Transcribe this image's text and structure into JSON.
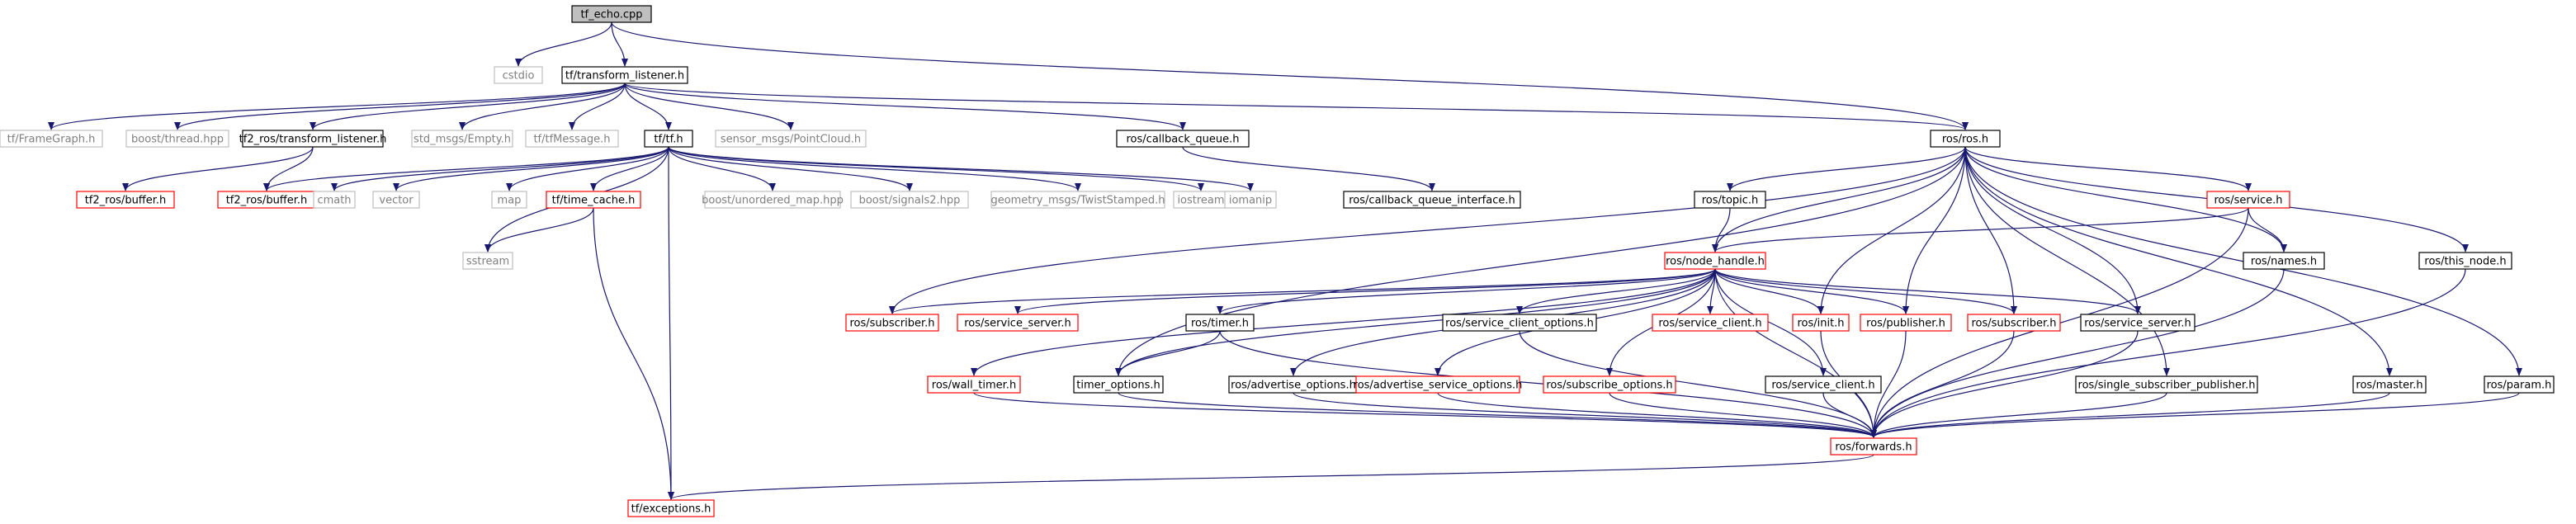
{
  "colors": {
    "edge": "#191970",
    "box_black": "#000000",
    "box_red": "#ff0000",
    "box_gray": "#bfbfbf",
    "root_fill": "#bfbfbf",
    "text_dark": "#000000",
    "text_gray": "#7f7f7f"
  },
  "nodes": [
    {
      "id": "tf_echo",
      "label": "tf_echo.cpp",
      "style": "root"
    },
    {
      "id": "cstdio",
      "label": "cstdio",
      "style": "gray"
    },
    {
      "id": "transform_listener",
      "label": "tf/transform_listener.h",
      "style": "black"
    },
    {
      "id": "frame_graph",
      "label": "tf/FrameGraph.h",
      "style": "gray"
    },
    {
      "id": "boost_thread",
      "label": "boost/thread.hpp",
      "style": "gray"
    },
    {
      "id": "tf2_ros_tl",
      "label": "tf2_ros/transform_listener.h",
      "style": "black"
    },
    {
      "id": "std_empty",
      "label": "std_msgs/Empty.h",
      "style": "gray"
    },
    {
      "id": "tf_tfmessage",
      "label": "tf/tfMessage.h",
      "style": "gray"
    },
    {
      "id": "tf_h",
      "label": "tf/tf.h",
      "style": "black"
    },
    {
      "id": "sensor_pc",
      "label": "sensor_msgs/PointCloud.h",
      "style": "gray"
    },
    {
      "id": "callback_queue",
      "label": "ros/callback_queue.h",
      "style": "black"
    },
    {
      "id": "ros_h",
      "label": "ros/ros.h",
      "style": "black"
    },
    {
      "id": "tf2_buffer_a",
      "label": "tf2_ros/buffer.h",
      "style": "red"
    },
    {
      "id": "tf2_buffer_b",
      "label": "tf2_ros/buffer.h",
      "style": "red"
    },
    {
      "id": "cmath",
      "label": "cmath",
      "style": "gray"
    },
    {
      "id": "vector",
      "label": "vector",
      "style": "gray"
    },
    {
      "id": "map",
      "label": "map",
      "style": "gray"
    },
    {
      "id": "time_cache",
      "label": "tf/time_cache.h",
      "style": "red"
    },
    {
      "id": "sstream",
      "label": "sstream",
      "style": "gray"
    },
    {
      "id": "unordered_map",
      "label": "boost/unordered_map.hpp",
      "style": "gray"
    },
    {
      "id": "signals2",
      "label": "boost/signals2.hpp",
      "style": "gray"
    },
    {
      "id": "twist_stamped",
      "label": "geometry_msgs/TwistStamped.h",
      "style": "gray"
    },
    {
      "id": "iostream",
      "label": "iostream",
      "style": "gray"
    },
    {
      "id": "iomanip",
      "label": "iomanip",
      "style": "gray"
    },
    {
      "id": "cb_queue_iface",
      "label": "ros/callback_queue_interface.h",
      "style": "black"
    },
    {
      "id": "ros_topic",
      "label": "ros/topic.h",
      "style": "black"
    },
    {
      "id": "ros_service",
      "label": "ros/service.h",
      "style": "red"
    },
    {
      "id": "node_handle",
      "label": "ros/node_handle.h",
      "style": "red"
    },
    {
      "id": "ros_names",
      "label": "ros/names.h",
      "style": "black"
    },
    {
      "id": "this_node",
      "label": "ros/this_node.h",
      "style": "black"
    },
    {
      "id": "nh_subscriber",
      "label": "ros/subscriber.h",
      "style": "red"
    },
    {
      "id": "nh_service_server",
      "label": "ros/service_server.h",
      "style": "red"
    },
    {
      "id": "ros_timer",
      "label": "ros/timer.h",
      "style": "black"
    },
    {
      "id": "service_client_options",
      "label": "ros/service_client_options.h",
      "style": "black"
    },
    {
      "id": "service_client_red",
      "label": "ros/service_client.h",
      "style": "red"
    },
    {
      "id": "ros_init",
      "label": "ros/init.h",
      "style": "red"
    },
    {
      "id": "ros_publisher",
      "label": "ros/publisher.h",
      "style": "red"
    },
    {
      "id": "ros_subscriber_2",
      "label": "ros/subscriber.h",
      "style": "red"
    },
    {
      "id": "service_server_black",
      "label": "ros/service_server.h",
      "style": "black"
    },
    {
      "id": "wall_timer",
      "label": "ros/wall_timer.h",
      "style": "red"
    },
    {
      "id": "timer_options",
      "label": "timer_options.h",
      "style": "black"
    },
    {
      "id": "advertise_options",
      "label": "ros/advertise_options.h",
      "style": "black"
    },
    {
      "id": "advertise_service_options",
      "label": "ros/advertise_service_options.h",
      "style": "red"
    },
    {
      "id": "subscribe_options",
      "label": "ros/subscribe_options.h",
      "style": "red"
    },
    {
      "id": "service_client_black",
      "label": "ros/service_client.h",
      "style": "black"
    },
    {
      "id": "single_sub_pub",
      "label": "ros/single_subscriber_publisher.h",
      "style": "black"
    },
    {
      "id": "ros_master",
      "label": "ros/master.h",
      "style": "black"
    },
    {
      "id": "ros_param",
      "label": "ros/param.h",
      "style": "black"
    },
    {
      "id": "ros_forwards",
      "label": "ros/forwards.h",
      "style": "red"
    },
    {
      "id": "tf_exceptions",
      "label": "tf/exceptions.h",
      "style": "red"
    }
  ],
  "edges": [
    [
      "tf_echo",
      "cstdio"
    ],
    [
      "tf_echo",
      "transform_listener"
    ],
    [
      "tf_echo",
      "ros_h"
    ],
    [
      "transform_listener",
      "frame_graph"
    ],
    [
      "transform_listener",
      "boost_thread"
    ],
    [
      "transform_listener",
      "tf2_ros_tl"
    ],
    [
      "transform_listener",
      "std_empty"
    ],
    [
      "transform_listener",
      "tf_tfmessage"
    ],
    [
      "transform_listener",
      "tf_h"
    ],
    [
      "transform_listener",
      "sensor_pc"
    ],
    [
      "transform_listener",
      "callback_queue"
    ],
    [
      "transform_listener",
      "ros_h"
    ],
    [
      "tf2_ros_tl",
      "tf2_buffer_a"
    ],
    [
      "tf2_ros_tl",
      "tf2_buffer_b"
    ],
    [
      "tf_h",
      "tf2_buffer_b"
    ],
    [
      "tf_h",
      "cmath"
    ],
    [
      "tf_h",
      "vector"
    ],
    [
      "tf_h",
      "map"
    ],
    [
      "tf_h",
      "time_cache"
    ],
    [
      "tf_h",
      "sstream"
    ],
    [
      "tf_h",
      "unordered_map"
    ],
    [
      "tf_h",
      "signals2"
    ],
    [
      "tf_h",
      "twist_stamped"
    ],
    [
      "tf_h",
      "iostream"
    ],
    [
      "tf_h",
      "iomanip"
    ],
    [
      "tf_h",
      "tf_exceptions"
    ],
    [
      "time_cache",
      "sstream"
    ],
    [
      "time_cache",
      "tf_exceptions"
    ],
    [
      "callback_queue",
      "cb_queue_iface"
    ],
    [
      "ros_h",
      "nh_subscriber"
    ],
    [
      "ros_h",
      "ros_topic"
    ],
    [
      "ros_h",
      "ros_service"
    ],
    [
      "ros_h",
      "node_handle"
    ],
    [
      "ros_h",
      "ros_names"
    ],
    [
      "ros_h",
      "this_node"
    ],
    [
      "ros_h",
      "ros_init"
    ],
    [
      "ros_h",
      "ros_publisher"
    ],
    [
      "ros_h",
      "ros_subscriber_2"
    ],
    [
      "ros_h",
      "service_server_black"
    ],
    [
      "ros_h",
      "single_sub_pub"
    ],
    [
      "ros_h",
      "ros_master"
    ],
    [
      "ros_h",
      "ros_param"
    ],
    [
      "ros_h",
      "timer_options"
    ],
    [
      "ros_topic",
      "node_handle"
    ],
    [
      "ros_service",
      "node_handle"
    ],
    [
      "ros_service",
      "ros_names"
    ],
    [
      "ros_service",
      "ros_forwards"
    ],
    [
      "node_handle",
      "nh_subscriber"
    ],
    [
      "node_handle",
      "nh_service_server"
    ],
    [
      "node_handle",
      "ros_timer"
    ],
    [
      "node_handle",
      "service_client_options"
    ],
    [
      "node_handle",
      "service_client_red"
    ],
    [
      "node_handle",
      "ros_init"
    ],
    [
      "node_handle",
      "ros_publisher"
    ],
    [
      "node_handle",
      "ros_subscriber_2"
    ],
    [
      "node_handle",
      "service_server_black"
    ],
    [
      "node_handle",
      "wall_timer"
    ],
    [
      "node_handle",
      "timer_options"
    ],
    [
      "node_handle",
      "advertise_options"
    ],
    [
      "node_handle",
      "advertise_service_options"
    ],
    [
      "node_handle",
      "subscribe_options"
    ],
    [
      "node_handle",
      "service_client_black"
    ],
    [
      "node_handle",
      "ros_forwards"
    ],
    [
      "ros_timer",
      "timer_options"
    ],
    [
      "ros_timer",
      "ros_forwards"
    ],
    [
      "service_client_options",
      "ros_forwards"
    ],
    [
      "ros_init",
      "ros_forwards"
    ],
    [
      "ros_publisher",
      "ros_forwards"
    ],
    [
      "ros_subscriber_2",
      "ros_forwards"
    ],
    [
      "service_server_black",
      "ros_forwards"
    ],
    [
      "wall_timer",
      "ros_forwards"
    ],
    [
      "timer_options",
      "ros_forwards"
    ],
    [
      "advertise_options",
      "ros_forwards"
    ],
    [
      "advertise_service_options",
      "ros_forwards"
    ],
    [
      "subscribe_options",
      "ros_forwards"
    ],
    [
      "service_client_black",
      "ros_forwards"
    ],
    [
      "single_sub_pub",
      "ros_forwards"
    ],
    [
      "ros_master",
      "ros_forwards"
    ],
    [
      "ros_param",
      "ros_forwards"
    ],
    [
      "ros_names",
      "ros_forwards"
    ],
    [
      "this_node",
      "ros_forwards"
    ],
    [
      "ros_forwards",
      "tf_exceptions"
    ]
  ]
}
